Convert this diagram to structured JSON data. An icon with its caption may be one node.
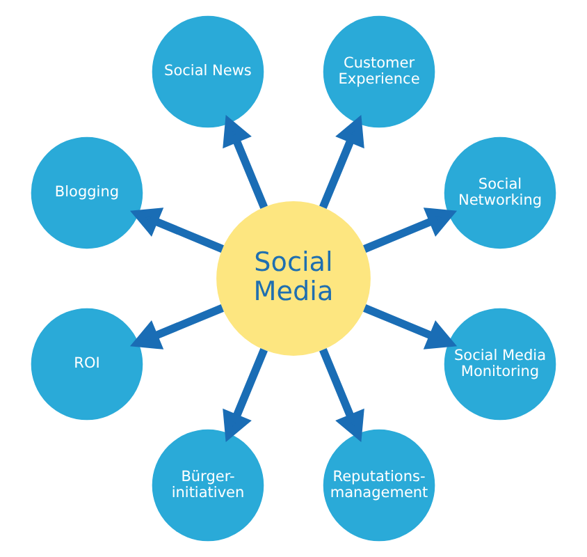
{
  "diagram": {
    "nodes": [
      {
        "text": [
          "Social Media"
        ]
      },
      {
        "text": [
          "Social Networking"
        ]
      },
      {
        "text": [
          "Customer Experience"
        ]
      },
      {
        "text": [
          "Social News"
        ]
      },
      {
        "text": [
          "Blogging"
        ]
      },
      {
        "text": [
          "ROI"
        ]
      },
      {
        "text": [
          "Bürger- initiativen"
        ]
      },
      {
        "text": [
          "Reputations- management"
        ]
      },
      {
        "text": [
          "Social Media Monitoring"
        ]
      }
    ],
    "edges": [
      {
        "from": 0,
        "to": 1,
        "arrow": "to"
      },
      {
        "from": 0,
        "to": 2,
        "arrow": "to"
      },
      {
        "from": 0,
        "to": 3,
        "arrow": "to"
      },
      {
        "from": 0,
        "to": 4,
        "arrow": "to"
      },
      {
        "from": 0,
        "to": 5,
        "arrow": "to"
      },
      {
        "from": 0,
        "to": 6,
        "arrow": "to"
      },
      {
        "from": 0,
        "to": 7,
        "arrow": "to"
      },
      {
        "from": 0,
        "to": 8,
        "arrow": "to"
      }
    ]
  }
}
